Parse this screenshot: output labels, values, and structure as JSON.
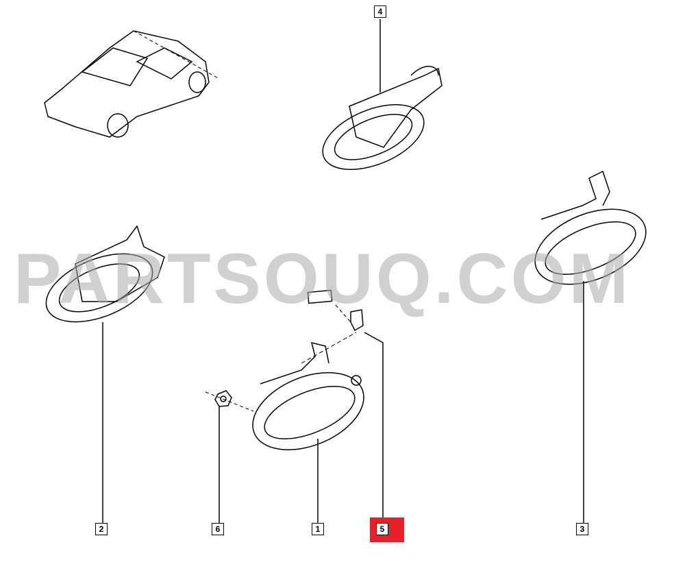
{
  "watermark": "PARTSOUQ.COM",
  "callouts": [
    {
      "id": "1",
      "label": "1",
      "highlighted": false
    },
    {
      "id": "2",
      "label": "2",
      "highlighted": false
    },
    {
      "id": "3",
      "label": "3",
      "highlighted": false
    },
    {
      "id": "4",
      "label": "4",
      "highlighted": false
    },
    {
      "id": "5",
      "label": "5",
      "highlighted": true
    },
    {
      "id": "6",
      "label": "6",
      "highlighted": false
    }
  ],
  "colors": {
    "highlight": "#e8202a",
    "line": "#000000",
    "watermark": "#aaaaaa"
  }
}
